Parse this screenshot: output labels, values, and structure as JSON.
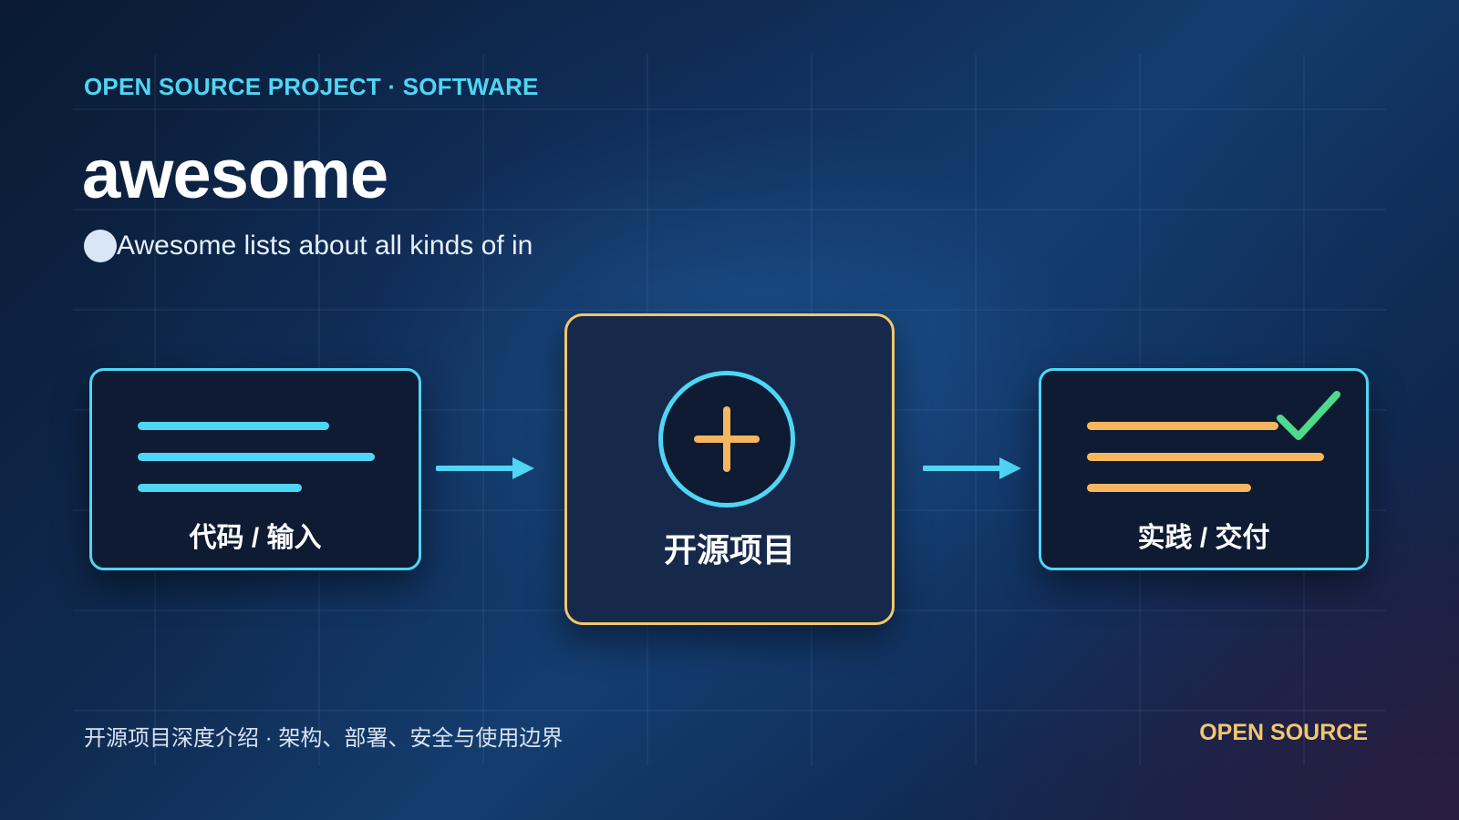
{
  "header": {
    "eyebrow": "OPEN SOURCE PROJECT · SOFTWARE",
    "title": "awesome",
    "subtitle": "Awesome lists about all kinds of in"
  },
  "flow": {
    "input_label": "代码 / 输入",
    "project_label": "开源项目",
    "output_label": "实践 / 交付"
  },
  "footer": {
    "caption": "开源项目深度介绍 · 架构、部署、安全与使用边界",
    "badge": "OPEN SOURCE"
  },
  "colors": {
    "accent_cyan": "#4fd6f5",
    "accent_gold": "#f4c66b",
    "accent_orange": "#f6b65e",
    "check_green": "#4fd98a"
  },
  "icons": {
    "center": "plus-circle-icon",
    "output": "checkmark-icon"
  }
}
